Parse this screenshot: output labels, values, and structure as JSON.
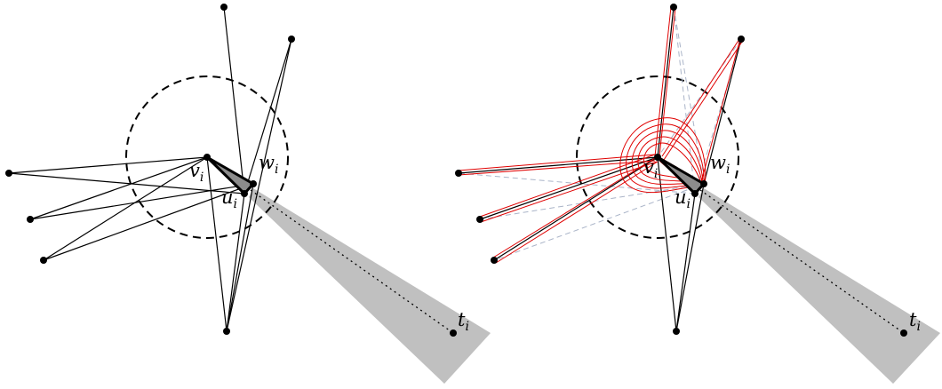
{
  "panels": [
    {
      "id": "left",
      "labels": [
        {
          "base": "v",
          "sub": "i"
        },
        {
          "base": "w",
          "sub": "i"
        },
        {
          "base": "u",
          "sub": "i"
        },
        {
          "base": "t",
          "sub": "i"
        }
      ]
    },
    {
      "id": "right",
      "labels": [
        {
          "base": "v",
          "sub": "i"
        },
        {
          "base": "w",
          "sub": "i"
        },
        {
          "base": "u",
          "sub": "i"
        },
        {
          "base": "t",
          "sub": "i"
        }
      ]
    }
  ],
  "colors": {
    "edge": "#000000",
    "wedge": "#c0c0c0",
    "red_path": "#e00000",
    "dashed_gray": "#aab4c8"
  }
}
